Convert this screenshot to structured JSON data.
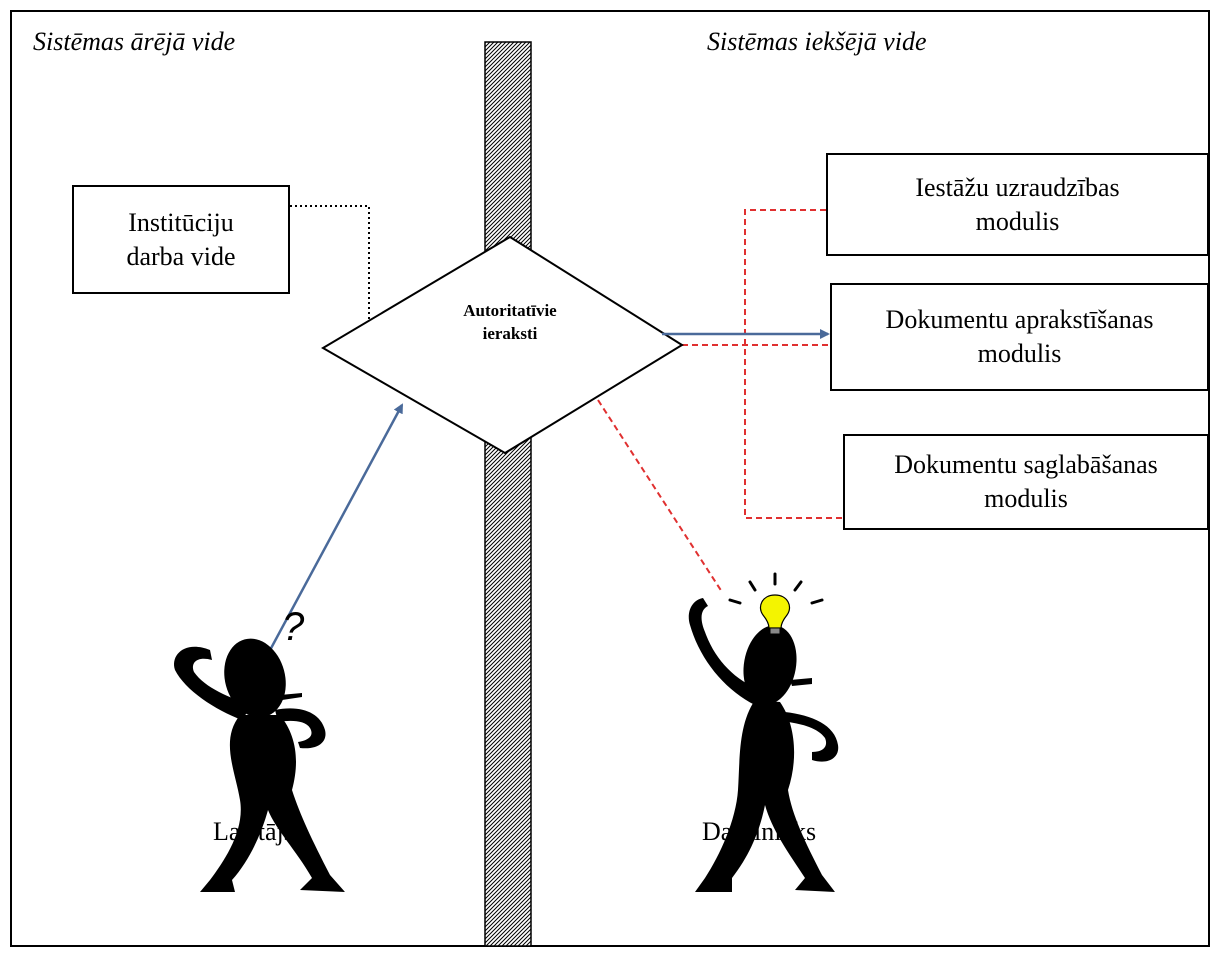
{
  "regions": {
    "outer_label": "Sistēmas ārējā vide",
    "inner_label": "Sistēmas iekšējā vide"
  },
  "central": {
    "label": "Autoritatīvie\nieraksti"
  },
  "external_box": {
    "label": "Institūciju\ndarba vide"
  },
  "modules": [
    {
      "label": "Iestāžu uzraudzības\nmodulis"
    },
    {
      "label": "Dokumentu aprakstīšanas\nmodulis"
    },
    {
      "label": "Dokumentu saglabāšanas\nmodulis"
    }
  ],
  "actors": {
    "reader": "Lasītājs",
    "employee": "Darbinieks"
  },
  "colors": {
    "arrow": "#4a6a9a",
    "dashed": "#e03030",
    "dotted": "#000000",
    "bulb": "#f4f400"
  },
  "icons": [
    "question-mark-icon",
    "light-bulb-icon",
    "stick-figure-icon"
  ]
}
